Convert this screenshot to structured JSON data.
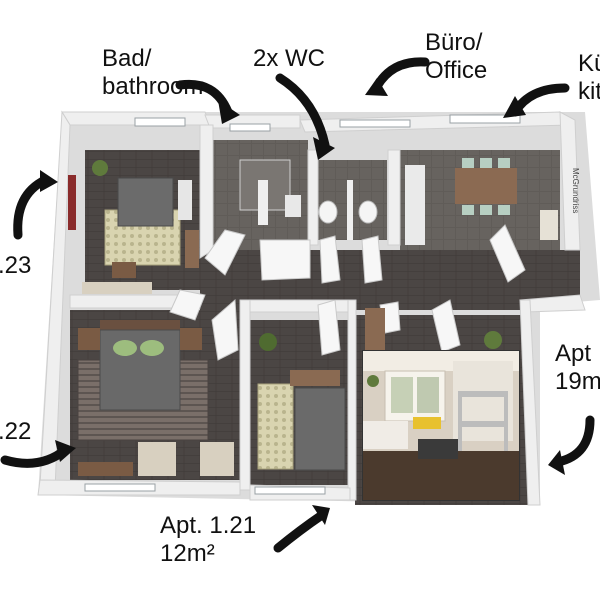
{
  "labels": {
    "bathroom": [
      "Bad/",
      "bathroom"
    ],
    "wc": "2x WC",
    "office": [
      "Büro/",
      "Office"
    ],
    "kitchen": [
      "Kü",
      "kit"
    ],
    "apt_123": ".23",
    "apt_122": ".22",
    "apt_121": [
      "Apt. 1.21",
      "12m²"
    ],
    "apt_right": [
      "Apt",
      "19m"
    ]
  },
  "watermark": "McGrundriss",
  "colors": {
    "wall": "#e9e9e9",
    "wall_top": "#f6f6f6",
    "floor_dark": "#4a4543",
    "floor_tile": "#6b6763",
    "bed": "#6e6e6e",
    "pillow_green": "#9dbd7e",
    "rug_light": "#d8d2a8",
    "wood": "#8a6a52",
    "arrow": "#111111"
  }
}
